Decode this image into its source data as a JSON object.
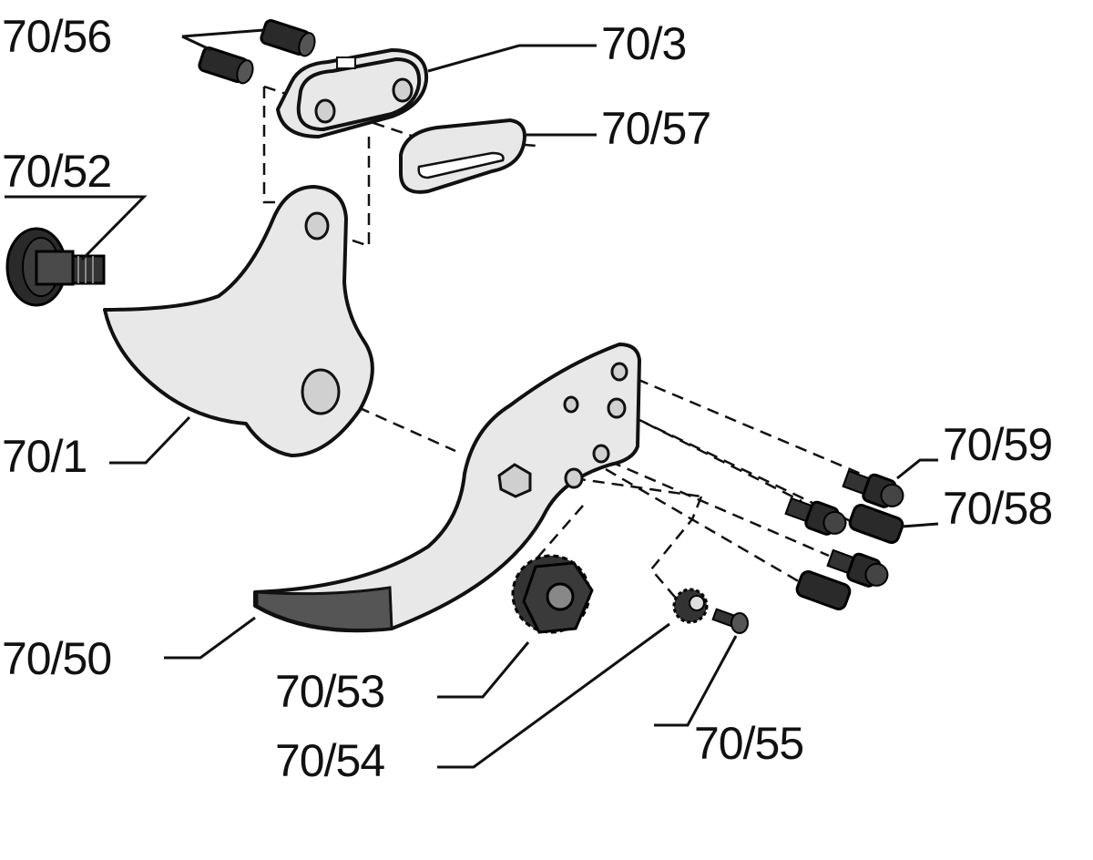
{
  "labels": {
    "p70_56": "70/56",
    "p70_3": "70/3",
    "p70_57": "70/57",
    "p70_52": "70/52",
    "p70_1": "70/1",
    "p70_59": "70/59",
    "p70_58": "70/58",
    "p70_50": "70/50",
    "p70_53": "70/53",
    "p70_54": "70/54",
    "p70_55": "70/55"
  },
  "colors": {
    "line": "#111111",
    "part_fill": "#e8e8e8",
    "dark_part": "#2a2a2a",
    "background": "#ffffff"
  }
}
